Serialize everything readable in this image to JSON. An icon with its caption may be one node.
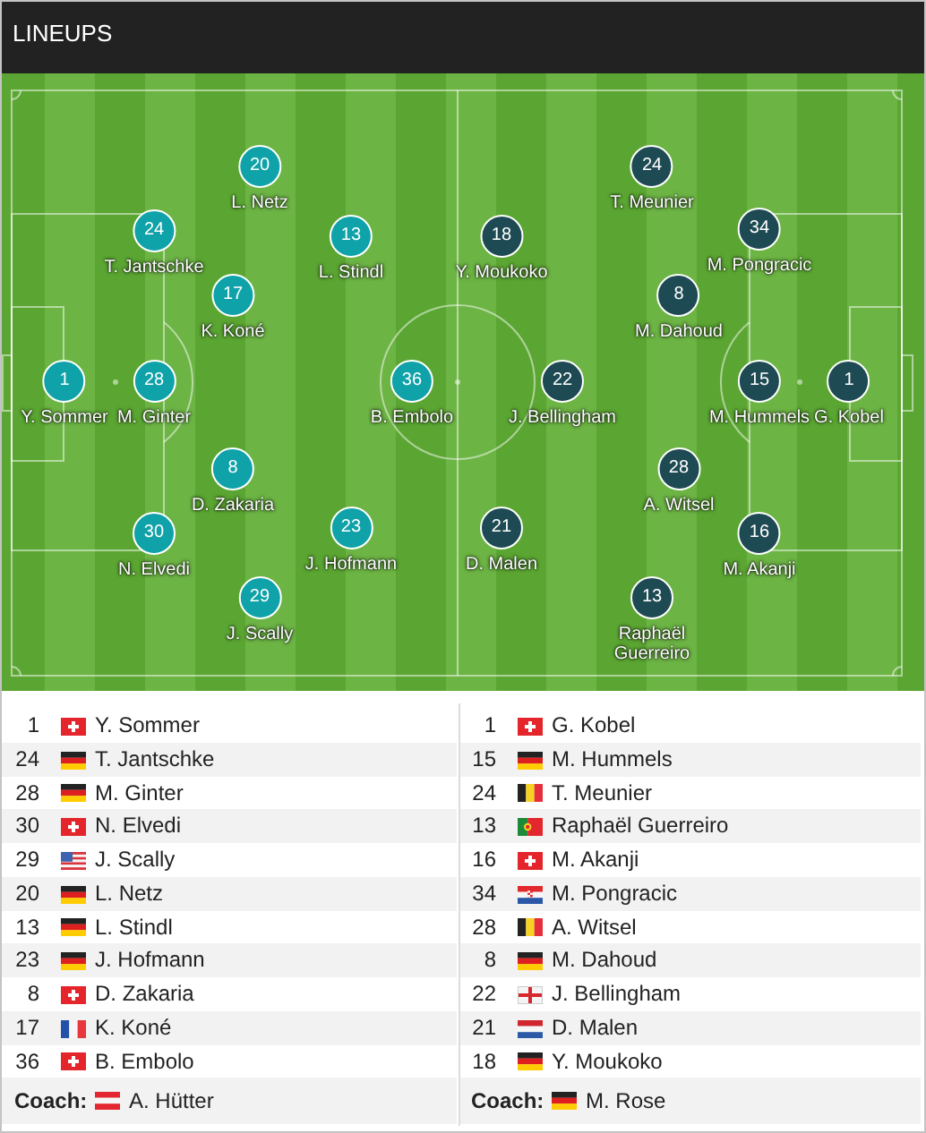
{
  "diagram": {
    "title": "LINEUPS",
    "nodes": [
      {
        "text": [
          "1"
        ],
        "beside": [
          "Y. Sommer"
        ]
      },
      {
        "text": [
          "24"
        ],
        "beside": [
          "T. Jantschke"
        ]
      },
      {
        "text": [
          "28"
        ],
        "beside": [
          "M. Ginter"
        ]
      },
      {
        "text": [
          "30"
        ],
        "beside": [
          "N. Elvedi"
        ]
      },
      {
        "text": [
          "29"
        ],
        "beside": [
          "J. Scally"
        ]
      },
      {
        "text": [
          "20"
        ],
        "beside": [
          "L. Netz"
        ]
      },
      {
        "text": [
          "13"
        ],
        "beside": [
          "L. Stindl"
        ]
      },
      {
        "text": [
          "23"
        ],
        "beside": [
          "J. Hofmann"
        ]
      },
      {
        "text": [
          "8"
        ],
        "beside": [
          "D. Zakaria"
        ]
      },
      {
        "text": [
          "17"
        ],
        "beside": [
          "K. Koné"
        ]
      },
      {
        "text": [
          "36"
        ],
        "beside": [
          "B. Embolo"
        ]
      },
      {
        "text": [
          "1"
        ],
        "beside": [
          "G. Kobel"
        ]
      },
      {
        "text": [
          "15"
        ],
        "beside": [
          "M. Hummels"
        ]
      },
      {
        "text": [
          "24"
        ],
        "beside": [
          "T. Meunier"
        ]
      },
      {
        "text": [
          "13"
        ],
        "beside": [
          "Raphaël Guerreiro"
        ]
      },
      {
        "text": [
          "16"
        ],
        "beside": [
          "M. Akanji"
        ]
      },
      {
        "text": [
          "34"
        ],
        "beside": [
          "M. Pongracic"
        ]
      },
      {
        "text": [
          "28"
        ],
        "beside": [
          "A. Witsel"
        ]
      },
      {
        "text": [
          "8"
        ],
        "beside": [
          "M. Dahoud"
        ]
      },
      {
        "text": [
          "22"
        ],
        "beside": [
          "J. Bellingham"
        ]
      },
      {
        "text": [
          "21"
        ],
        "beside": [
          "D. Malen"
        ]
      },
      {
        "text": [
          "18"
        ],
        "beside": [
          "Y. Moukoko"
        ]
      }
    ],
    "labels": [
      "1",
      "Y. Sommer",
      "24",
      "T. Jantschke",
      "28",
      "M. Ginter",
      "30",
      "N. Elvedi",
      "29",
      "J. Scally",
      "20",
      "L. Netz",
      "13",
      "L. Stindl",
      "23",
      "J. Hofmann",
      "8",
      "D. Zakaria",
      "17",
      "K. Koné",
      "36",
      "B. Embolo",
      "Coach:",
      "A. Hütter",
      "1",
      "G. Kobel",
      "15",
      "M. Hummels",
      "24",
      "T. Meunier",
      "13",
      "Raphaël Guerreiro",
      "16",
      "M. Akanji",
      "34",
      "M. Pongracic",
      "28",
      "A. Witsel",
      "8",
      "M. Dahoud",
      "22",
      "J. Bellingham",
      "21",
      "D. Malen",
      "18",
      "Y. Moukoko",
      "Coach:",
      "M. Rose"
    ]
  }
}
